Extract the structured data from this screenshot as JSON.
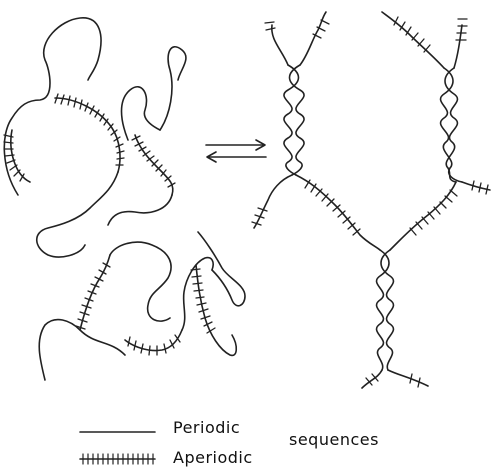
{
  "legend": {
    "periodic_label": "Periodic",
    "aperiodic_label": "Aperiodic",
    "sequences_label": "sequences"
  },
  "colors": {
    "ink": "#222222",
    "background": "#ffffff"
  },
  "arrows": {
    "top": "right-arrow",
    "bottom": "left-arrow"
  }
}
